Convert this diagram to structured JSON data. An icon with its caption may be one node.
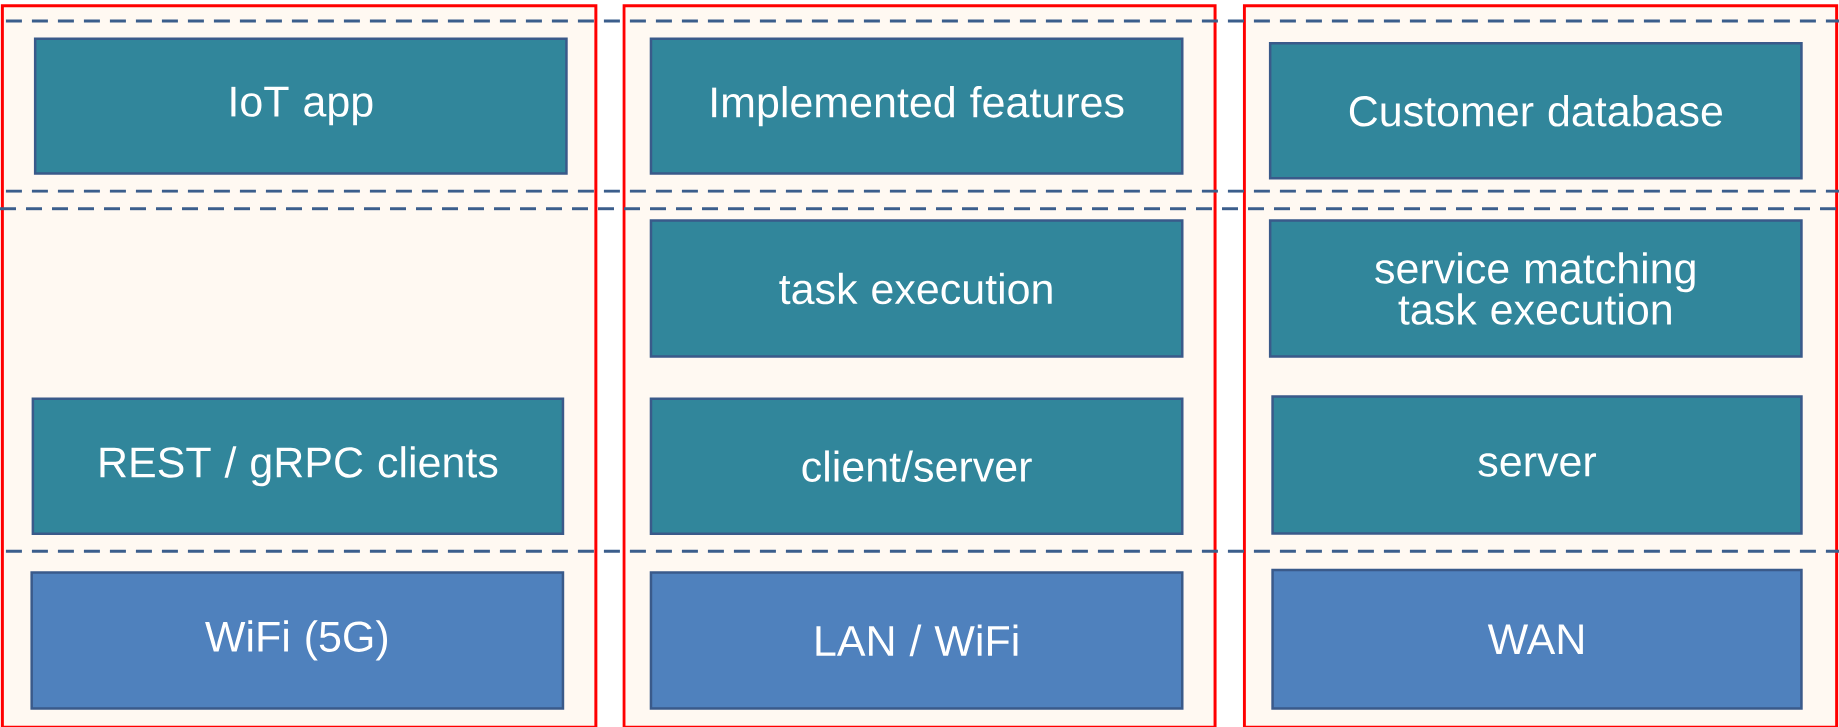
{
  "diagram": {
    "nodes": [
      {
        "text": [],
        "shape": "box"
      },
      {
        "text": [
          "IoT app"
        ],
        "in": 0
      },
      {
        "text": [
          "REST / gRPC clients"
        ],
        "in": 0
      },
      {
        "text": [
          "WiFi (5G)"
        ],
        "in": 0
      },
      {
        "text": [],
        "shape": "box"
      },
      {
        "text": [
          "Implemented features"
        ],
        "in": 4
      },
      {
        "text": [
          "task execution"
        ],
        "in": 4
      },
      {
        "text": [
          "client/server"
        ],
        "in": 4
      },
      {
        "text": [
          "LAN / WiFi"
        ],
        "in": 4
      },
      {
        "text": [],
        "shape": "box"
      },
      {
        "text": [
          "Customer database"
        ],
        "in": 9
      },
      {
        "text": [
          "service matching task execution"
        ],
        "in": 9
      },
      {
        "text": [
          "server"
        ],
        "in": 9
      },
      {
        "text": [
          "WAN"
        ],
        "in": 9
      }
    ]
  }
}
